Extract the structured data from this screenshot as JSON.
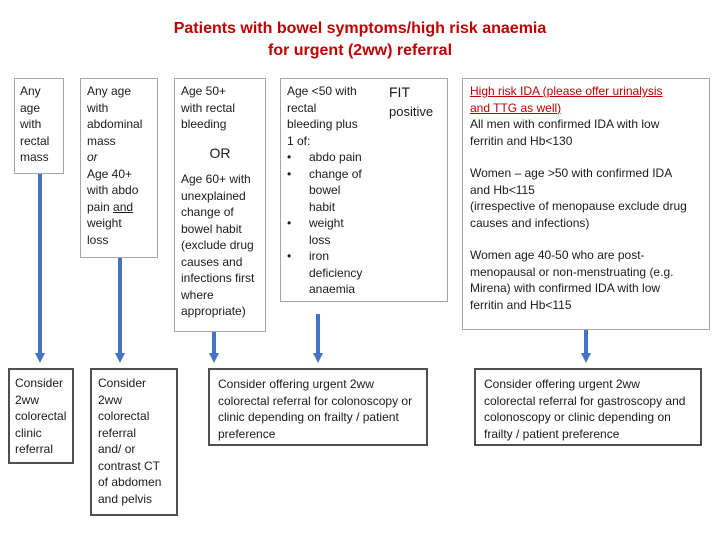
{
  "title": {
    "line1": "Patients with bowel symptoms/high risk anaemia",
    "line2": "for urgent (2ww) referral"
  },
  "criteria": {
    "rectal_mass": [
      "Any",
      "age",
      "with",
      "rectal",
      "mass"
    ],
    "abdominal_mass": {
      "lines": [
        "Any age",
        "with",
        "abdominal",
        "mass"
      ],
      "or": "or",
      "age40_lines": [
        "Age 40+",
        "with abdo"
      ],
      "pain": "pain ",
      "and": "and",
      "tail": [
        "weight",
        "loss"
      ]
    },
    "rectal_bleeding": {
      "lines": [
        "Age 50+",
        "with rectal",
        "bleeding"
      ],
      "or": "OR",
      "age60_lines": [
        "Age 60+ with",
        "unexplained",
        "change of",
        "bowel habit",
        "(exclude drug",
        "causes and",
        "infections first",
        "where",
        "appropriate)"
      ]
    },
    "fit": {
      "intro": [
        "Age <50 with",
        "rectal",
        "bleeding plus",
        "1 of:"
      ],
      "bullets": [
        [
          "abdo pain"
        ],
        [
          "change of",
          "bowel",
          "habit"
        ],
        [
          "weight",
          "loss"
        ],
        [
          "iron",
          "deficiency",
          "anaemia"
        ]
      ],
      "fit_label": "FIT",
      "positive_label": "positive"
    },
    "ida": {
      "heading": [
        "High risk IDA (please offer urinalysis",
        "and TTG as well)"
      ],
      "men": [
        "All men  with confirmed IDA with low",
        "ferritin and Hb<130"
      ],
      "women_over50": [
        "Women – age >50 with confirmed IDA",
        "and Hb<115",
        "(irrespective of menopause exclude drug",
        "causes and infections)"
      ],
      "women_40_50": [
        "Women age 40-50 who are post-",
        "menopausal or non-menstruating (e.g.",
        "Mirena) with confirmed IDA with low",
        "ferritin and Hb<115"
      ]
    }
  },
  "outcomes": {
    "clinic": [
      "Consider",
      "2ww",
      "colorectal",
      "clinic",
      "referral"
    ],
    "ct": [
      "Consider",
      "2ww",
      "colorectal",
      "referral",
      "and/ or",
      "contrast  CT",
      "of abdomen",
      "and pelvis"
    ],
    "colonoscopy": [
      "Consider offering urgent 2ww",
      "colorectal referral for colonoscopy or",
      "clinic depending on frailty / patient",
      "preference"
    ],
    "gastroscopy": [
      "Consider offering urgent 2ww",
      "colorectal referral for gastroscopy and",
      "colonoscopy or clinic depending on",
      "frailty / patient preference"
    ]
  },
  "colors": {
    "title": "#c00000",
    "arrow": "#4472c4",
    "border": "#a6a6a6"
  }
}
